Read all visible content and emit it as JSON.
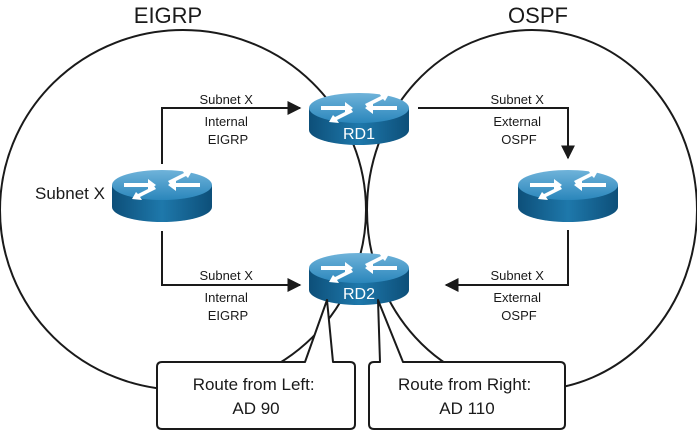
{
  "domains": {
    "left": {
      "name": "EIGRP"
    },
    "right": {
      "name": "OSPF"
    }
  },
  "routers": {
    "rd1": {
      "label": "RD1"
    },
    "rd2": {
      "label": "RD2"
    },
    "eigrp_router": {
      "label": ""
    },
    "ospf_router": {
      "label": ""
    }
  },
  "subnet_label": "Subnet X",
  "advertisements": {
    "eigrp_to_rd1": [
      "Subnet X",
      "Internal",
      "EIGRP"
    ],
    "eigrp_to_rd2": [
      "Subnet X",
      "Internal",
      "EIGRP"
    ],
    "rd1_to_ospf": [
      "Subnet X",
      "External",
      "OSPF"
    ],
    "ospf_to_rd2": [
      "Subnet X",
      "External",
      "OSPF"
    ]
  },
  "callouts": {
    "left": [
      "Route from Left:",
      "AD 90"
    ],
    "right": [
      "Route from Right:",
      "AD 110"
    ]
  },
  "colors": {
    "router_dark": "#0d4f79",
    "router_mid": "#1e78ab",
    "router_light": "#3d9ccb",
    "router_top": "#6fb3da",
    "line": "#1a1a1a"
  },
  "icons": {
    "router": "router-icon"
  }
}
